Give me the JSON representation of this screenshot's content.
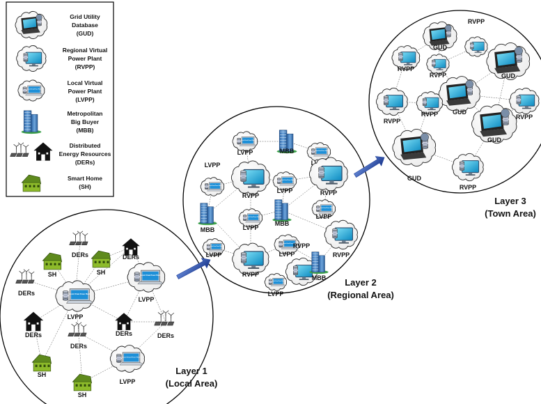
{
  "legend": {
    "items": [
      {
        "icon": "gud",
        "lines": [
          "Grid Utility",
          "Database",
          "(GUD)"
        ]
      },
      {
        "icon": "rvpp",
        "lines": [
          "Regional Virtual",
          "Power Plant",
          "(RVPP)"
        ]
      },
      {
        "icon": "lvpp",
        "lines": [
          "Local Virtual",
          "Power Plant",
          "(LVPP)"
        ]
      },
      {
        "icon": "mbb",
        "lines": [
          "Metropolitan",
          "Big Buyer",
          "(MBB)"
        ]
      },
      {
        "icon": "ders",
        "lines": [
          "Distributed",
          "Energy Resources",
          "(DERs)"
        ]
      },
      {
        "icon": "sh",
        "lines": [
          "Smart Home",
          "(SH)"
        ]
      }
    ]
  },
  "screen_text": "Local Virtual Power Plant",
  "layers": [
    {
      "id": "layer1",
      "title": "Layer 1",
      "subtitle": "(Local Area)",
      "nodes": [
        {
          "type": "ders",
          "label": "DERs"
        },
        {
          "type": "dershouse",
          "label": "DERs"
        },
        {
          "type": "sh",
          "label": "SH"
        },
        {
          "type": "sh",
          "label": "SH"
        },
        {
          "type": "lvpp",
          "label": "LVPP"
        },
        {
          "type": "ders",
          "label": "DERs"
        },
        {
          "type": "lvpp",
          "label": "LVPP"
        },
        {
          "type": "dershouse",
          "label": "DERs"
        },
        {
          "type": "dershouse",
          "label": "DERs"
        },
        {
          "type": "ders",
          "label": "DERs"
        },
        {
          "type": "ders",
          "label": "DERs"
        },
        {
          "type": "sh",
          "label": "SH"
        },
        {
          "type": "lvpp",
          "label": "LVPP"
        },
        {
          "type": "sh",
          "label": "SH"
        }
      ]
    },
    {
      "id": "layer2",
      "title": "Layer 2",
      "subtitle": "(Regional Area)",
      "nodes": [
        {
          "type": "lvpp",
          "label": "LVPP"
        },
        {
          "type": "mbb",
          "label": "MBB"
        },
        {
          "type": "lvpp",
          "label": "LVPP"
        },
        {
          "type": "lvpp",
          "label": "LVPP"
        },
        {
          "type": "rvpp",
          "label": "RVPP"
        },
        {
          "type": "lvpp",
          "label": "LVPP"
        },
        {
          "type": "rvpp",
          "label": "RVPP"
        },
        {
          "type": "lvpp",
          "label": "LVPP"
        },
        {
          "type": "mbb",
          "label": "MBB"
        },
        {
          "type": "mbb",
          "label": "MBB"
        },
        {
          "type": "lvpp",
          "label": "LVPP"
        },
        {
          "type": "lvpp",
          "label": "LVPP"
        },
        {
          "type": "rvpp",
          "label": "RVPP"
        },
        {
          "type": "lvpp",
          "label": "LVPP"
        },
        {
          "type": "rvpp",
          "label": "RVPP"
        },
        {
          "type": "rvpp",
          "label": "RVPP"
        },
        {
          "type": "mbb",
          "label": "MBB"
        },
        {
          "type": "lvpp",
          "label": "LVPP"
        }
      ]
    },
    {
      "id": "layer3",
      "title": "Layer 3",
      "subtitle": "(Town Area)",
      "nodes": [
        {
          "type": "gud",
          "label": "GUD"
        },
        {
          "type": "rvpp",
          "label": "RVPP"
        },
        {
          "type": "gud",
          "label": "GUD"
        },
        {
          "type": "rvpp",
          "label": "RVPP"
        },
        {
          "type": "rvpp",
          "label": "RVPP"
        },
        {
          "type": "gud",
          "label": "GUD"
        },
        {
          "type": "rvpp",
          "label": "RVPP"
        },
        {
          "type": "rvpp",
          "label": "RVPP"
        },
        {
          "type": "rvpp",
          "label": "RVPP"
        },
        {
          "type": "gud",
          "label": "GUD"
        },
        {
          "type": "gud",
          "label": "GUD"
        },
        {
          "type": "rvpp",
          "label": "RVPP"
        }
      ]
    }
  ],
  "arrows": [
    {
      "from": "layer1",
      "to": "layer2"
    },
    {
      "from": "layer2",
      "to": "layer3"
    }
  ],
  "colors": {
    "screen": "#1aa9d6",
    "screen_dark": "#0b6e95",
    "building": "#3d7fc0",
    "house": "#8dbb2a",
    "arrow": "#1f3f99",
    "black": "#111111"
  }
}
